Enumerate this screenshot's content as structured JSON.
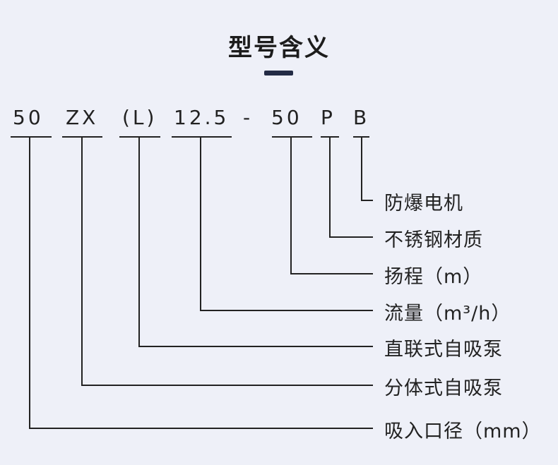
{
  "title": "型号含义",
  "code_parts": [
    {
      "key": "bore",
      "text": "50"
    },
    {
      "key": "split",
      "text": "ZX"
    },
    {
      "key": "direct",
      "text": "(L)"
    },
    {
      "key": "flow",
      "text": "12.5"
    },
    {
      "key": "dash",
      "text": "-"
    },
    {
      "key": "head",
      "text": "50"
    },
    {
      "key": "material",
      "text": "P"
    },
    {
      "key": "motor",
      "text": "B"
    }
  ],
  "meanings": [
    {
      "key": "motor",
      "text": "防爆电机"
    },
    {
      "key": "material",
      "text": "不锈钢材质"
    },
    {
      "key": "head",
      "text": "扬程（m）"
    },
    {
      "key": "flow",
      "text": "流量（m³/h）"
    },
    {
      "key": "direct",
      "text": "直联式自吸泵"
    },
    {
      "key": "split",
      "text": "分体式自吸泵"
    },
    {
      "key": "bore",
      "text": "吸入口径（mm）"
    }
  ],
  "colors": {
    "background": "#eef0f8",
    "text": "#222222",
    "accent_bar": "#232b45"
  }
}
